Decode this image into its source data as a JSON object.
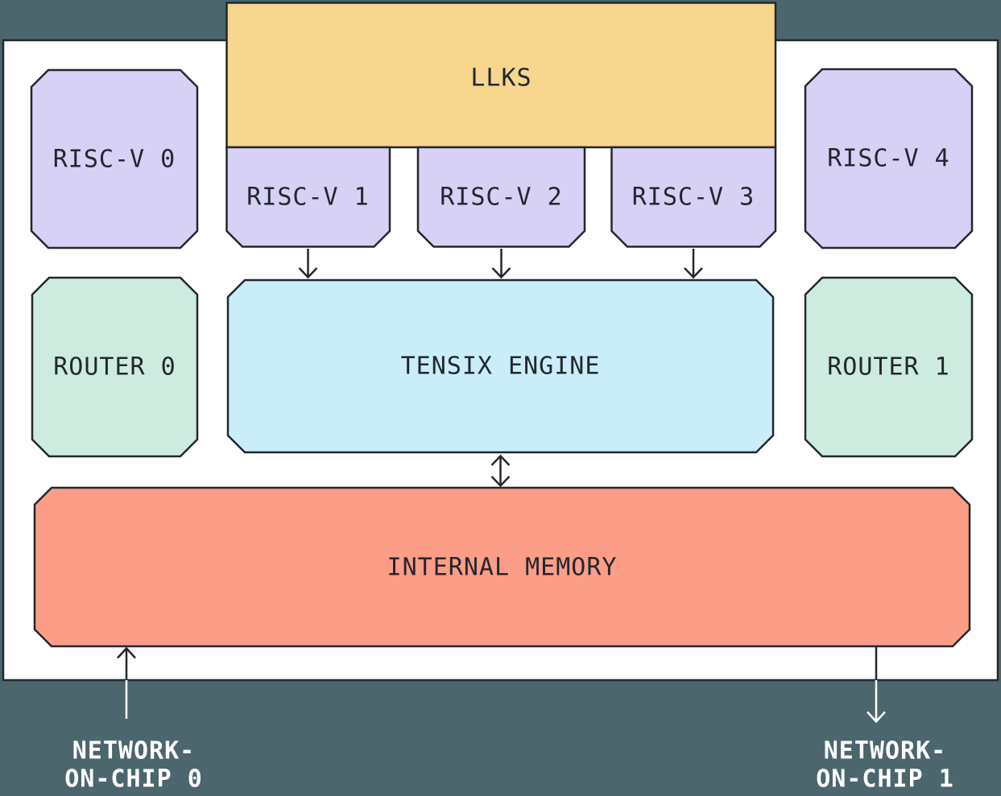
{
  "colors": {
    "background": "#4b666c",
    "container": "#ffffff",
    "outline": "#23272f",
    "llks": "#f7d68d",
    "riscv": "#d6d1f5",
    "router": "#cdecdf",
    "tensix": "#c9edf9",
    "memory": "#fb9d87",
    "noc_text": "#ffffff"
  },
  "boxes": {
    "llks": {
      "label": "LLKS"
    },
    "riscv0": {
      "label": "RISC-V 0"
    },
    "riscv1": {
      "label": "RISC-V 1"
    },
    "riscv2": {
      "label": "RISC-V 2"
    },
    "riscv3": {
      "label": "RISC-V 3"
    },
    "riscv4": {
      "label": "RISC-V 4"
    },
    "router0": {
      "label": "ROUTER 0"
    },
    "router1": {
      "label": "ROUTER 1"
    },
    "tensix": {
      "label": "TENSIX ENGINE"
    },
    "memory": {
      "label": "INTERNAL MEMORY"
    }
  },
  "noc": {
    "noc0": {
      "line1": "NETWORK-",
      "line2": "ON-CHIP 0"
    },
    "noc1": {
      "line1": "NETWORK-",
      "line2": "ON-CHIP 1"
    }
  },
  "arrows": {
    "riscv1_to_tensix": "down",
    "riscv2_to_tensix": "down",
    "riscv3_to_tensix": "down",
    "tensix_memory": "bidirectional",
    "noc0_to_memory": "up",
    "memory_to_noc1": "down"
  }
}
